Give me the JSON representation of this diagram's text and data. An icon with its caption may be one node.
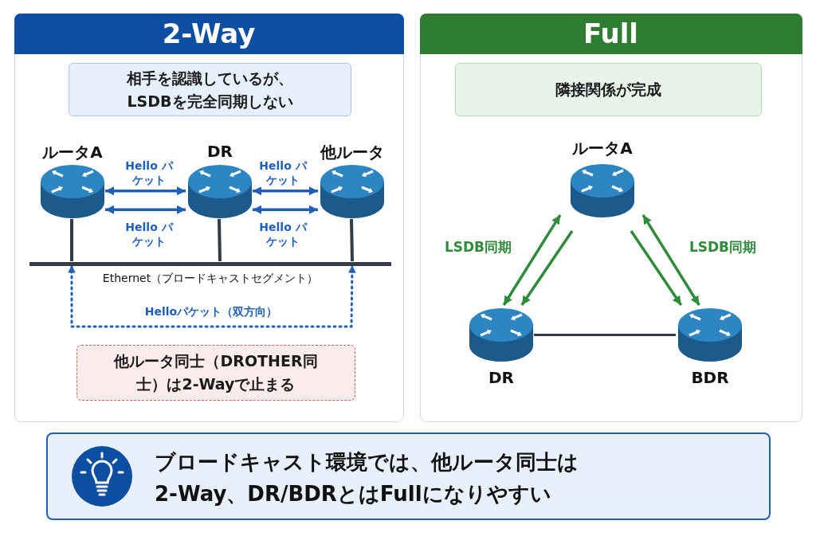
{
  "diagram": {
    "nodes": [
      {
        "text": [
          "2-Way"
        ]
      },
      {
        "text": [
          "相手を認識しているが、LSDBを完全同期しない"
        ],
        "in": 0
      },
      {
        "text": [
          "ルータA"
        ],
        "in": 0
      },
      {
        "text": [
          "DR"
        ],
        "in": 0
      },
      {
        "text": [
          "他ルータ"
        ],
        "in": 0
      },
      {
        "text": [],
        "shape": "bar",
        "beside": [
          "Ethernet（ブロードキャストセグメント）"
        ],
        "in": 0
      },
      {
        "text": [
          "他ルータ同士（DROTHER同士）は2-Wayで止まる"
        ],
        "in": 0
      },
      {
        "text": [
          "Full"
        ]
      },
      {
        "text": [
          "隣接関係が完成"
        ],
        "in": 7
      },
      {
        "text": [
          "ルータA"
        ],
        "in": 7
      },
      {
        "text": [
          "DR"
        ],
        "in": 7
      },
      {
        "text": [
          "BDR"
        ],
        "in": 7
      },
      {
        "text": [
          "ブロードキャスト環境では、他ルータ同士は2-Way、DR/BDRとはFullになりやすい"
        ]
      }
    ],
    "edges": [
      {
        "from": 2,
        "to": 3,
        "arrow": "both",
        "label": "Hello パケット",
        "color": "#1f5fb8"
      },
      {
        "from": 2,
        "to": 3,
        "arrow": "both",
        "label": "Hello パケット",
        "color": "#1f5fb8"
      },
      {
        "from": 3,
        "to": 4,
        "arrow": "both",
        "label": "Hello パケット",
        "color": "#1f5fb8"
      },
      {
        "from": 3,
        "to": 4,
        "arrow": "both",
        "label": "Hello パケット",
        "color": "#1f5fb8"
      },
      {
        "from": 2,
        "to": 5,
        "arrow": "none",
        "color": "#333d47"
      },
      {
        "from": 3,
        "to": 5,
        "arrow": "none",
        "color": "#333d47"
      },
      {
        "from": 4,
        "to": 5,
        "arrow": "none",
        "color": "#333d47"
      },
      {
        "from": 5,
        "to": 5,
        "arrow": "both",
        "label": "Helloパケット（双方向）",
        "style": "dashed",
        "color": "#1f5fb8"
      },
      {
        "from": 9,
        "to": 10,
        "arrow": "both",
        "label": "LSDB同期",
        "color": "#2e8b3a"
      },
      {
        "from": 9,
        "to": 10,
        "arrow": "to",
        "color": "#2e8b3a"
      },
      {
        "from": 9,
        "to": 11,
        "arrow": "to",
        "color": "#2e8b3a"
      },
      {
        "from": 9,
        "to": 11,
        "arrow": "both",
        "label": "LSDB同期",
        "color": "#2e8b3a"
      },
      {
        "from": 10,
        "to": 11,
        "arrow": "none",
        "color": "#333d47"
      }
    ]
  }
}
